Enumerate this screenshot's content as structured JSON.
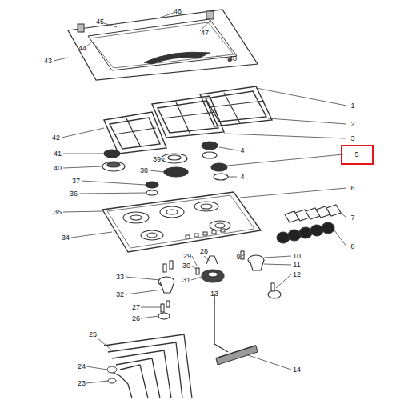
{
  "diagram": {
    "labels": [
      "45",
      "46",
      "47",
      "44",
      "43",
      "48",
      "1",
      "2",
      "3",
      "42",
      "41",
      "4",
      "39",
      "5",
      "40",
      "38",
      "4",
      "37",
      "36",
      "6",
      "35",
      "7",
      "34",
      "8",
      "29",
      "28",
      "9",
      "10",
      "30",
      "11",
      "33",
      "31",
      "12",
      "32",
      "13",
      "27",
      "26",
      "25",
      "14",
      "24",
      "23"
    ]
  }
}
